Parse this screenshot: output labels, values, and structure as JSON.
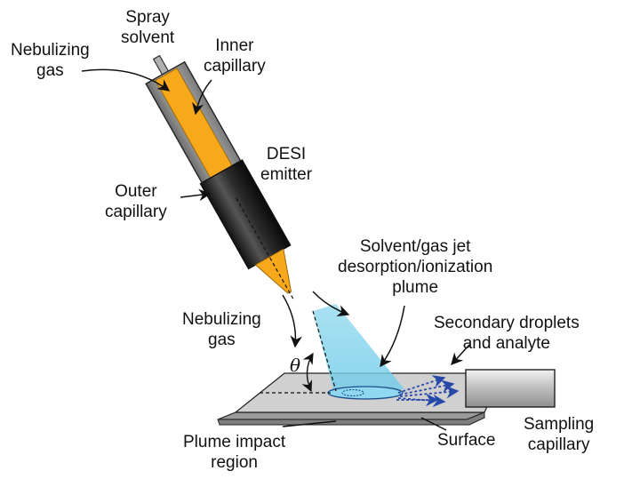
{
  "labels": {
    "spray_solvent": [
      "Spray",
      "solvent"
    ],
    "nebulizing_gas_top": [
      "Nebulizing",
      "gas"
    ],
    "inner_capillary": [
      "Inner",
      "capillary"
    ],
    "desi_emitter": [
      "DESI",
      "emitter"
    ],
    "outer_capillary": [
      "Outer",
      "capillary"
    ],
    "plume": [
      "Solvent/gas jet",
      "desorption/ionization",
      "plume"
    ],
    "nebulizing_gas_bottom": [
      "Nebulizing",
      "gas"
    ],
    "secondary": [
      "Secondary droplets",
      "and analyte"
    ],
    "theta": "θ",
    "plume_impact": [
      "Plume impact",
      "region"
    ],
    "surface": "Surface",
    "sampling_capillary": [
      "Sampling",
      "capillary"
    ]
  },
  "colors": {
    "inner_capillary": "#f7a81b",
    "outer_capillary_dark": "#2a2a2a",
    "emitter_body": "#8a8a8a",
    "plume": "#8fd8ef",
    "surface": "#c9c9c9",
    "droplets": "#2748a8"
  }
}
